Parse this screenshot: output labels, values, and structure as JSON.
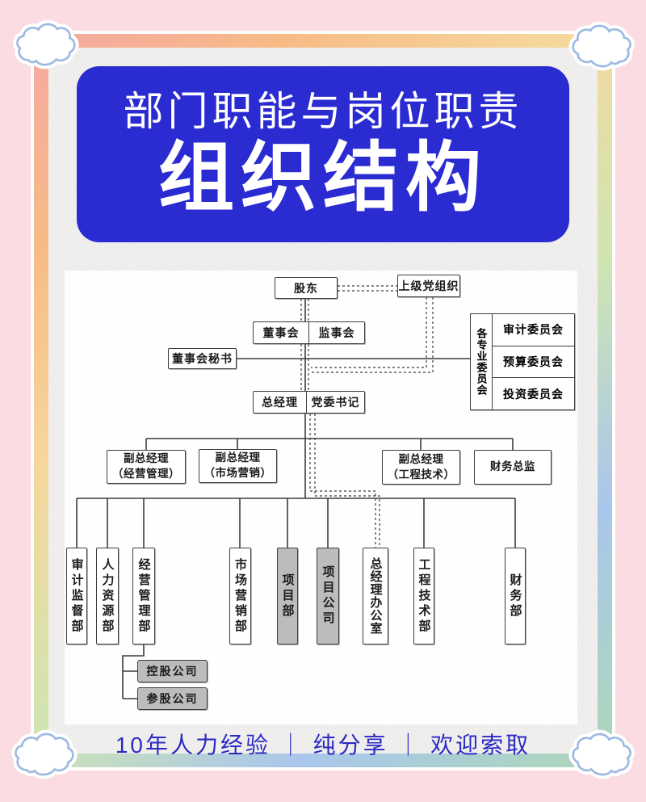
{
  "colors": {
    "page_bg": "#fbdce3",
    "header_bg": "#2b2bd2",
    "footer_text": "#2a2ac4",
    "shaded_box": "#bcbcbc",
    "line": "#3c3c3c"
  },
  "header": {
    "subtitle": "部门职能与岗位职责",
    "title": "组织结构"
  },
  "footer": {
    "text": "10年人力经验 ｜ 纯分享 ｜ 欢迎索取"
  },
  "chart": {
    "top": {
      "shareholders": "股东",
      "party_org": "上级党组织",
      "board": "董事会",
      "supervisors": "监事会",
      "board_secretary": "董事会秘书",
      "committees_label": "各专业委员会",
      "committees": [
        "审计委员会",
        "预算委员会",
        "投资委员会"
      ],
      "gm": "总经理",
      "party_secretary": "党委书记"
    },
    "executives": [
      {
        "line1": "副总经理",
        "line2": "（经营管理）"
      },
      {
        "line1": "副总经理",
        "line2": "（市场营销）"
      },
      {
        "line1": "副总经理",
        "line2": "（工程技术）"
      },
      {
        "line1": "财务总监",
        "line2": ""
      }
    ],
    "departments": [
      {
        "name": "审计监督部",
        "shaded": false
      },
      {
        "name": "人力资源部",
        "shaded": false
      },
      {
        "name": "经营管理部",
        "shaded": false
      },
      {
        "name": "市场营销部",
        "shaded": false
      },
      {
        "name": "项目部",
        "shaded": true
      },
      {
        "name": "项目公司",
        "shaded": true
      },
      {
        "name": "总经理办公室",
        "shaded": false
      },
      {
        "name": "工程技术部",
        "shaded": false
      },
      {
        "name": "财务部",
        "shaded": false
      }
    ],
    "subsidiaries": [
      {
        "name": "控股公司",
        "shaded": true
      },
      {
        "name": "参股公司",
        "shaded": true
      }
    ]
  }
}
